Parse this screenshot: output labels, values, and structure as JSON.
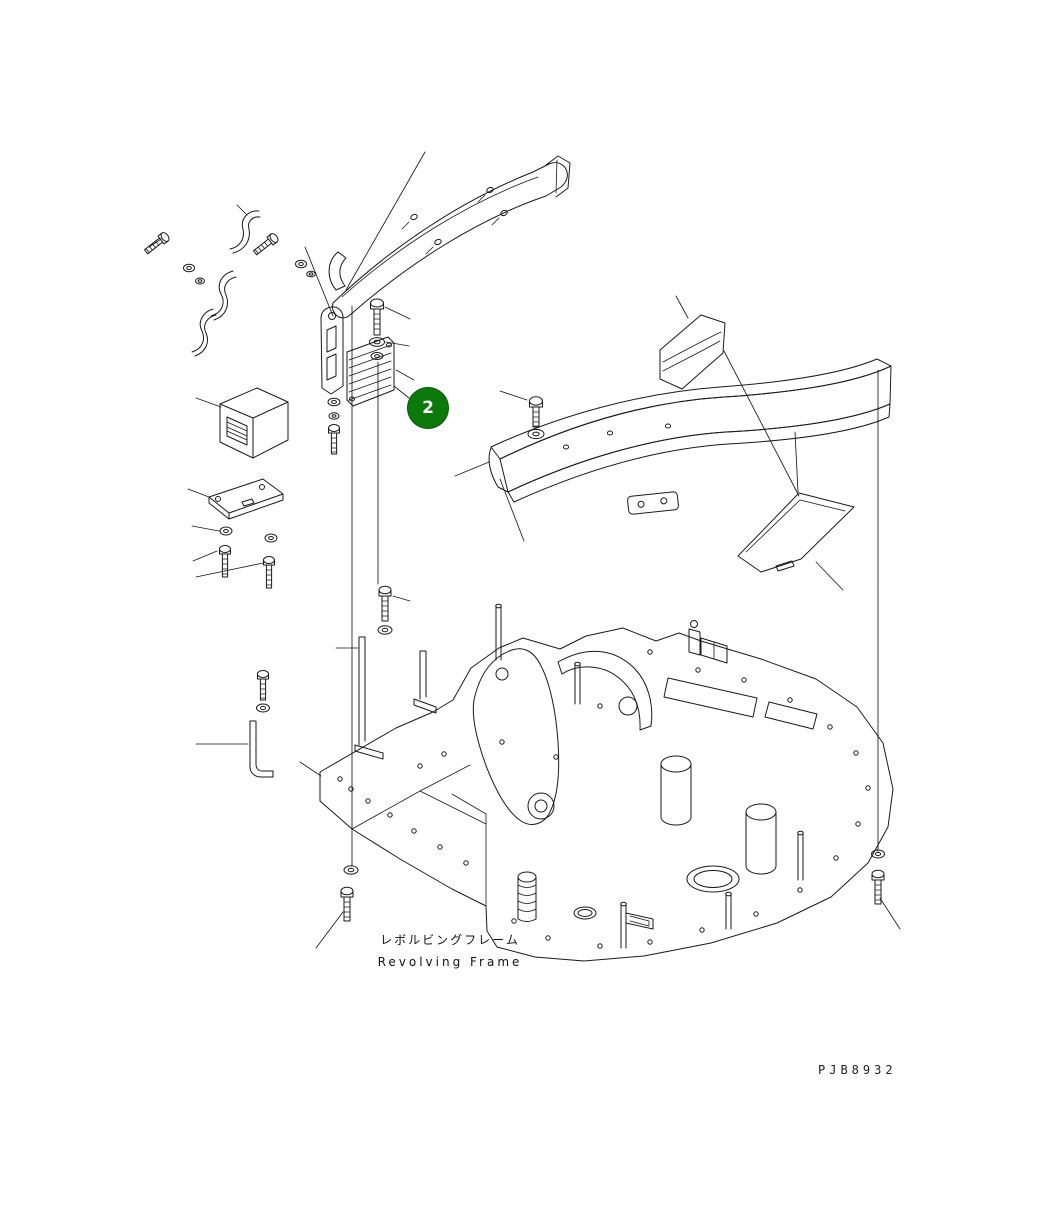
{
  "colors": {
    "line": "#1a1a1a",
    "callout": "#0b7a0b",
    "callout_text": "#ffffff",
    "background": "#ffffff"
  },
  "diagram": {
    "callout": {
      "number": "2"
    },
    "caption": {
      "title_ja": "レボルビングフレーム",
      "title_en": "Revolving Frame"
    },
    "drawing_code": "PJB8932"
  }
}
